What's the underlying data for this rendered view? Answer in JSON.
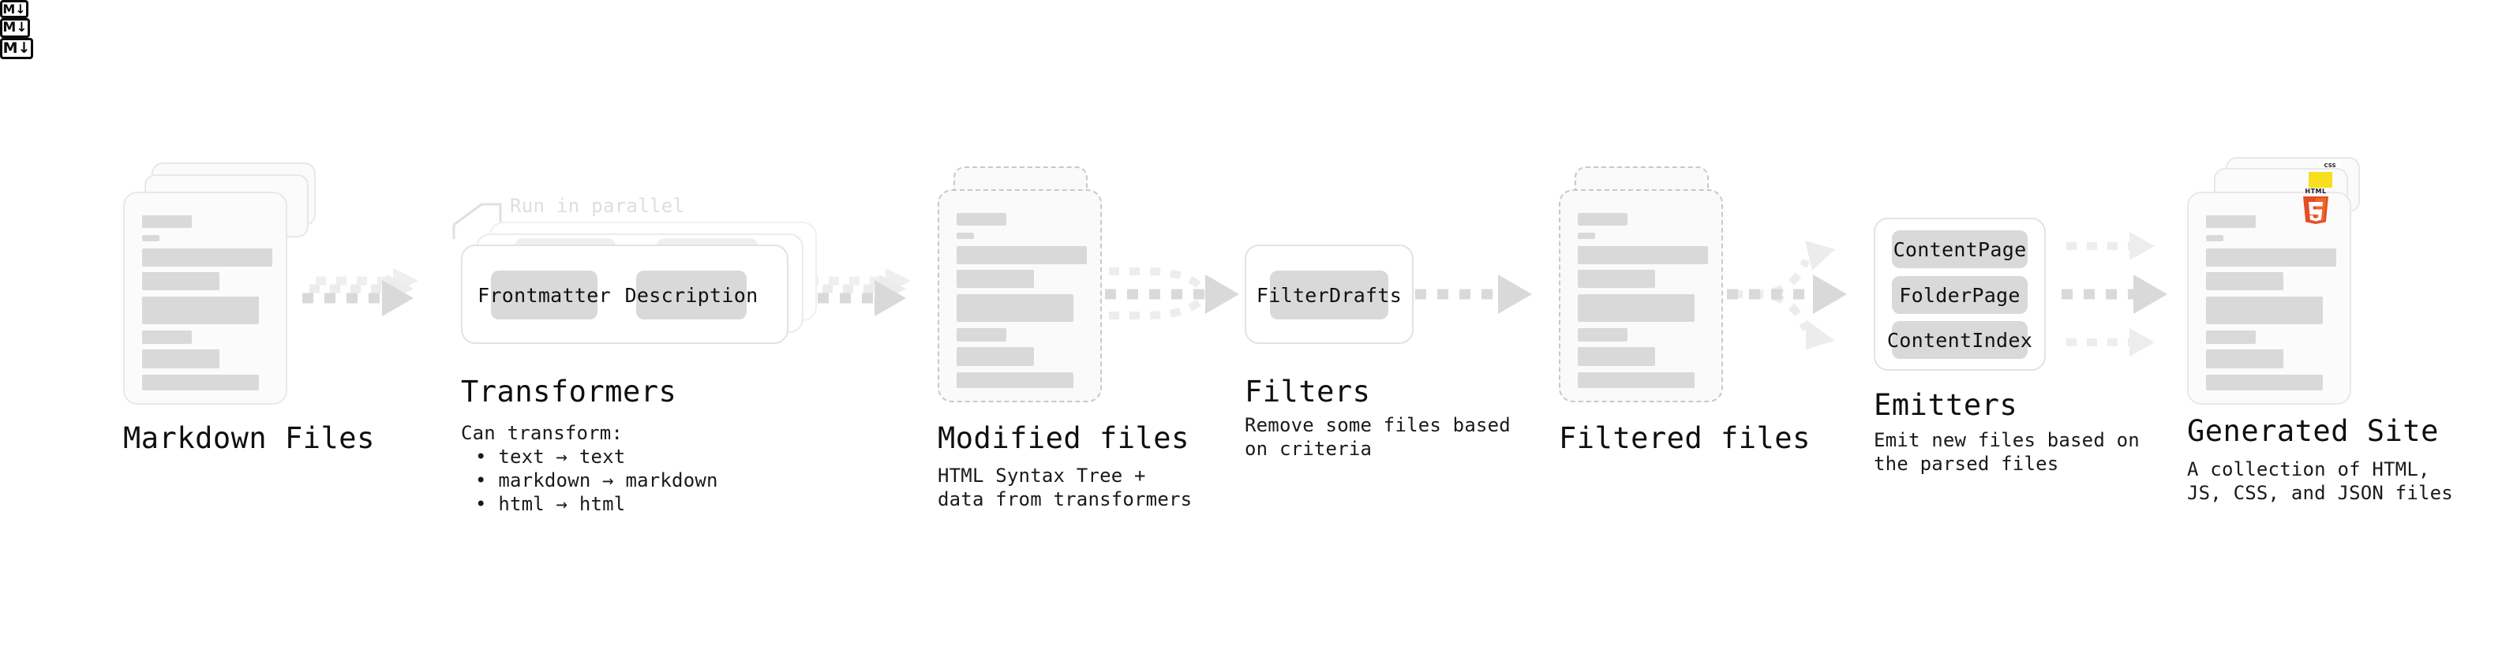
{
  "diagram": {
    "title_hidden": "",
    "stages": [
      {
        "id": "markdown-files",
        "title": "Markdown Files",
        "desc": "",
        "badge": "M↓",
        "badge_name": "markdown-badge-icon"
      },
      {
        "id": "transformers",
        "title": "Transformers",
        "desc": "Can transform:",
        "bullets": [
          "text → text",
          "markdown → markdown",
          "html → html"
        ],
        "note": "Run in parallel",
        "chips": [
          "Frontmatter",
          "Description"
        ]
      },
      {
        "id": "modified-files",
        "title": "Modified files",
        "desc": "HTML Syntax Tree +\ndata from transformers"
      },
      {
        "id": "filters",
        "title": "Filters",
        "desc": "Remove some files based\non criteria",
        "chips": [
          "FilterDrafts"
        ]
      },
      {
        "id": "filtered-files",
        "title": "Filtered files",
        "desc": ""
      },
      {
        "id": "emitters",
        "title": "Emitters",
        "desc": "Emit new files based on\nthe parsed files",
        "chips": [
          "ContentPage",
          "FolderPage",
          "ContentIndex"
        ]
      },
      {
        "id": "generated-site",
        "title": "Generated Site",
        "desc": "A collection of HTML,\nJS, CSS, and JSON files",
        "badge": "HTML5",
        "badge_name": "html5-badge-icon",
        "stack_badges": [
          "CSS",
          "JS"
        ]
      }
    ],
    "colors": {
      "background": "#ffffff",
      "text": "#141414",
      "card_fill": "#fbfbfb",
      "card_border": "#e8e8e8",
      "dashed_border": "#c9c9c9",
      "bar": "#d9d9d9",
      "chip": "#d9d9d9",
      "arrow": "#d6d6d6",
      "arrow_faint": "#ededed",
      "muted_text": "#dedede",
      "html5_orange": "#e44d26",
      "html5_orange_light": "#f16529",
      "css_blue": "#264de4",
      "js_yellow": "#f7df1e"
    }
  }
}
